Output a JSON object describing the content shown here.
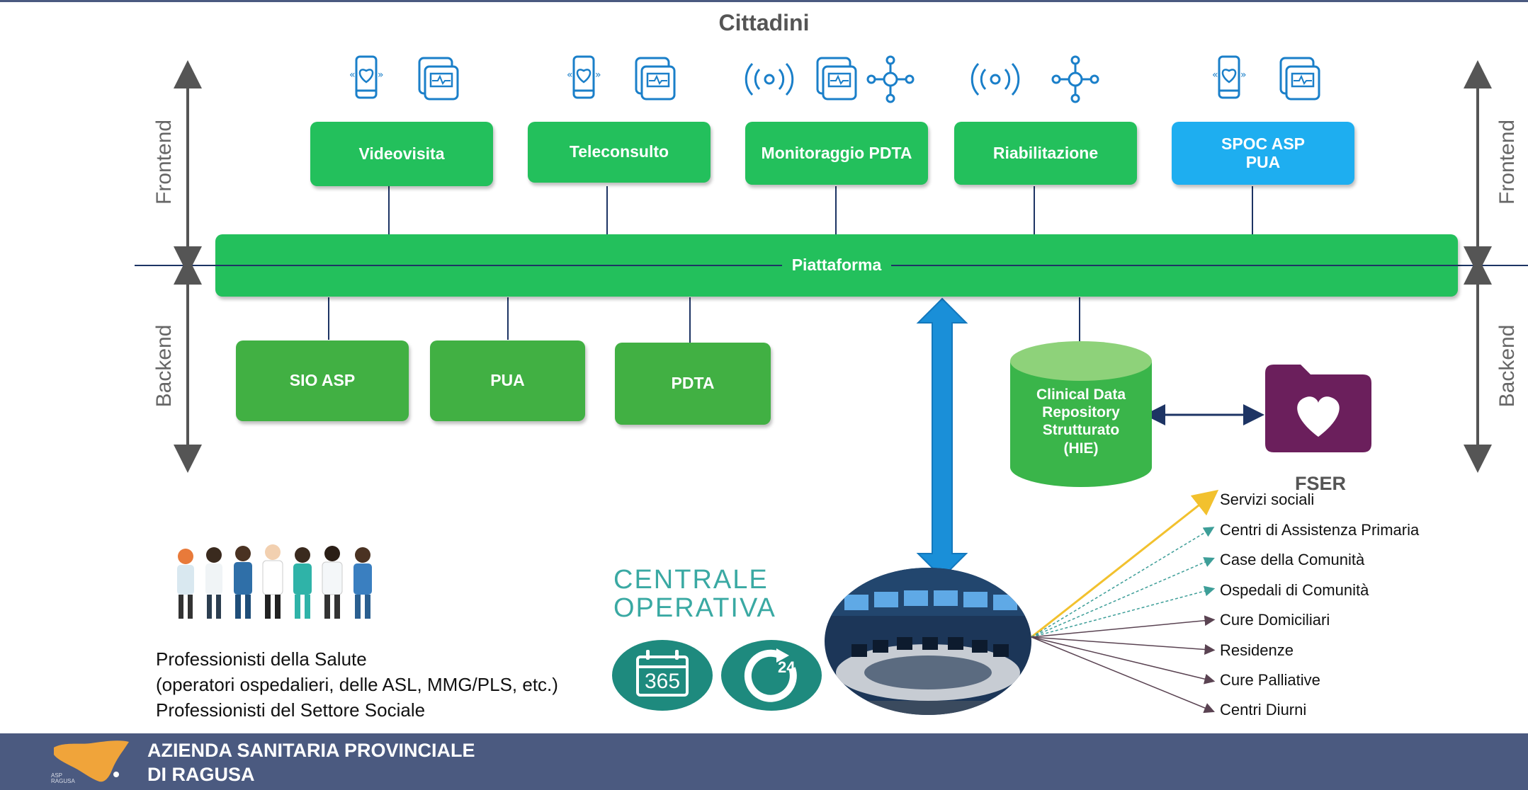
{
  "title": "Cittadini",
  "side_labels": {
    "frontend": "Frontend",
    "backend": "Backend"
  },
  "frontend_services": [
    {
      "label": "Videovisita",
      "color": "#23c05c"
    },
    {
      "label": "Teleconsulto",
      "color": "#23c05c"
    },
    {
      "label": "Monitoraggio PDTA",
      "color": "#23c05c"
    },
    {
      "label": "Riabilitazione",
      "color": "#23c05c"
    },
    {
      "label": "SPOC ASP\nPUA",
      "color": "#1eaef0"
    }
  ],
  "platform": {
    "label": "Piattaforma",
    "color": "#23c05c"
  },
  "backend_systems": [
    "SIO ASP",
    "PUA",
    "PDTA"
  ],
  "repository": {
    "label": "Clinical Data\nRepository\nStrutturato\n(HIE)"
  },
  "fser": {
    "label": "FSER",
    "color": "#6b1f5c"
  },
  "centrale": {
    "line1": "CENTRALE",
    "line2": "OPERATIVA",
    "calendar_text": "365",
    "clock_text": "24",
    "color": "#1e8a7e"
  },
  "professionals": {
    "line1": "Professionisti della Salute",
    "line2": "(operatori ospedalieri, delle ASL, MMG/PLS, etc.)",
    "line3": "Professionisti del Settore Sociale"
  },
  "destinations": [
    "Servizi sociali",
    "Centri di Assistenza Primaria",
    "Case della Comunità",
    "Ospedali di Comunità",
    "Cure Domiciliari",
    "Residenze",
    "Cure Palliative",
    "Centri Diurni"
  ],
  "footer": {
    "line1": "AZIENDA SANITARIA PROVINCIALE",
    "line2": "DI RAGUSA",
    "logo_small": "ASP\nRAGUSA",
    "color": "#4b5a80"
  }
}
